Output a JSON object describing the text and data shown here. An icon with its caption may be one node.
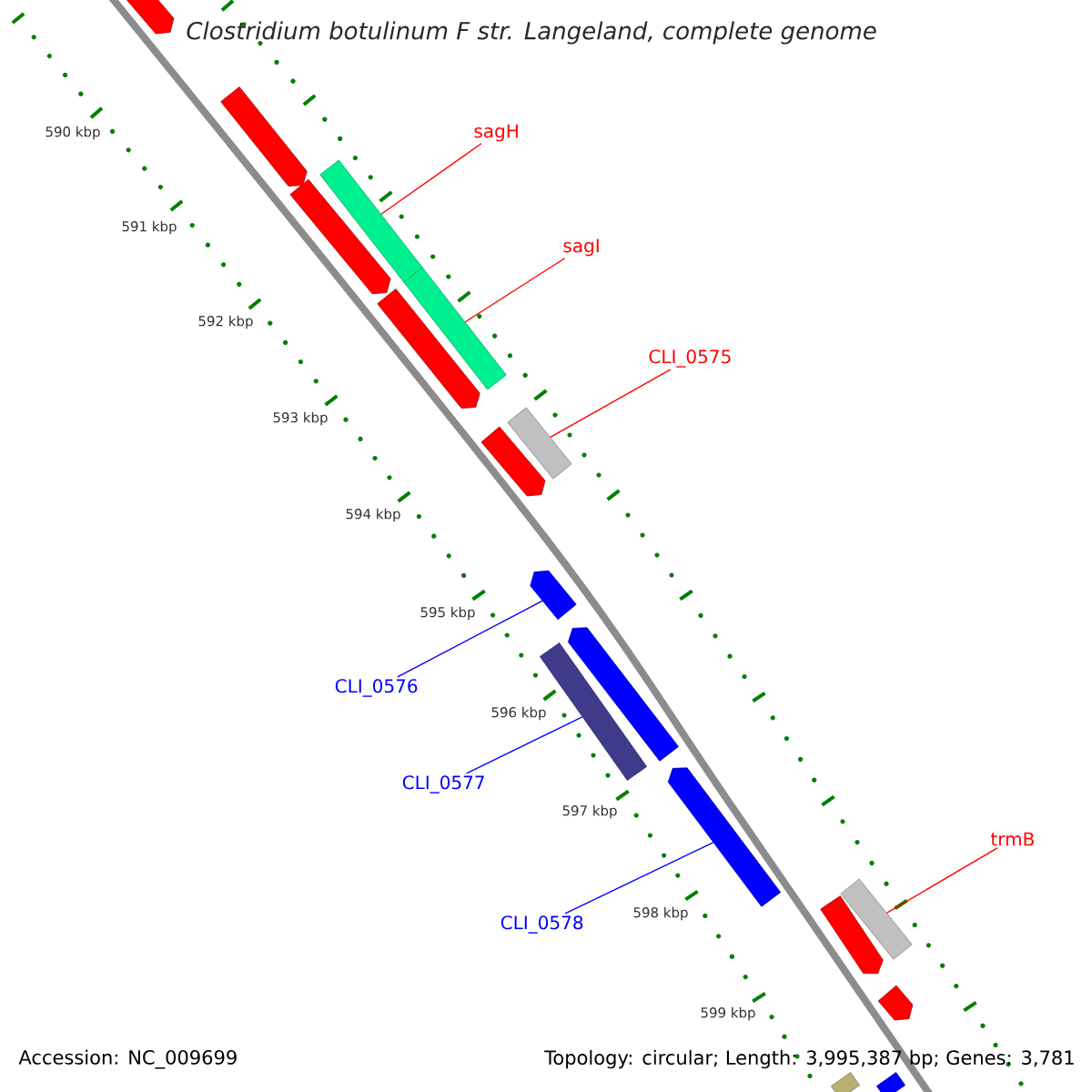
{
  "diagram": {
    "title": "Clostridium botulinum F str. Langeland, complete genome",
    "nodes": [
      {
        "text": [],
        "shape": "arrow"
      },
      {
        "text": [],
        "shape": "arrow"
      },
      {
        "text": [],
        "shape": "bar"
      },
      {
        "text": [],
        "shape": "bar"
      },
      {
        "text": [
          "sagH"
        ]
      },
      {
        "text": [
          "sagI"
        ]
      },
      {
        "text": [],
        "shape": "arrow"
      },
      {
        "text": [],
        "shape": "arrow"
      },
      {
        "text": [
          "CLI_0575"
        ]
      },
      {
        "text": [],
        "shape": "bar"
      },
      {
        "text": [],
        "shape": "arrow"
      },
      {
        "text": [],
        "shape": "arrow"
      },
      {
        "text": [
          "CLI_0576"
        ]
      },
      {
        "text": [],
        "shape": "arrow"
      },
      {
        "text": [],
        "shape": "bar"
      },
      {
        "text": [
          "CLI_0577"
        ]
      },
      {
        "text": [],
        "shape": "arrow"
      },
      {
        "text": [
          "CLI_0578"
        ]
      },
      {
        "text": [
          "trmB"
        ]
      },
      {
        "text": [],
        "shape": "bar"
      },
      {
        "text": [],
        "shape": "arrow"
      },
      {
        "text": [],
        "shape": "arrow"
      },
      {
        "text": [],
        "shape": "bar"
      },
      {
        "text": [],
        "shape": "bar"
      }
    ],
    "edges": [
      {
        "from": 4,
        "to": 2,
        "arrow": "none"
      },
      {
        "from": 5,
        "to": 3,
        "arrow": "none"
      },
      {
        "from": 8,
        "to": 9,
        "arrow": "none"
      },
      {
        "from": 12,
        "to": 11,
        "arrow": "none",
        "color": "#0000ff"
      },
      {
        "from": 15,
        "to": 14,
        "arrow": "none",
        "color": "#0000ff"
      },
      {
        "from": 17,
        "to": 16,
        "arrow": "none",
        "color": "#0000ff"
      },
      {
        "from": 18,
        "to": 19,
        "arrow": "none"
      }
    ],
    "labels": [
      "590 kbp",
      "591 kbp",
      "592 kbp",
      "593 kbp",
      "594 kbp",
      "595 kbp",
      "596 kbp",
      "597 kbp",
      "598 kbp",
      "599 kbp",
      "Accession: NC_009699",
      "Topology: circular; Length: 3,995,387 bp; Genes: 3,781"
    ]
  }
}
